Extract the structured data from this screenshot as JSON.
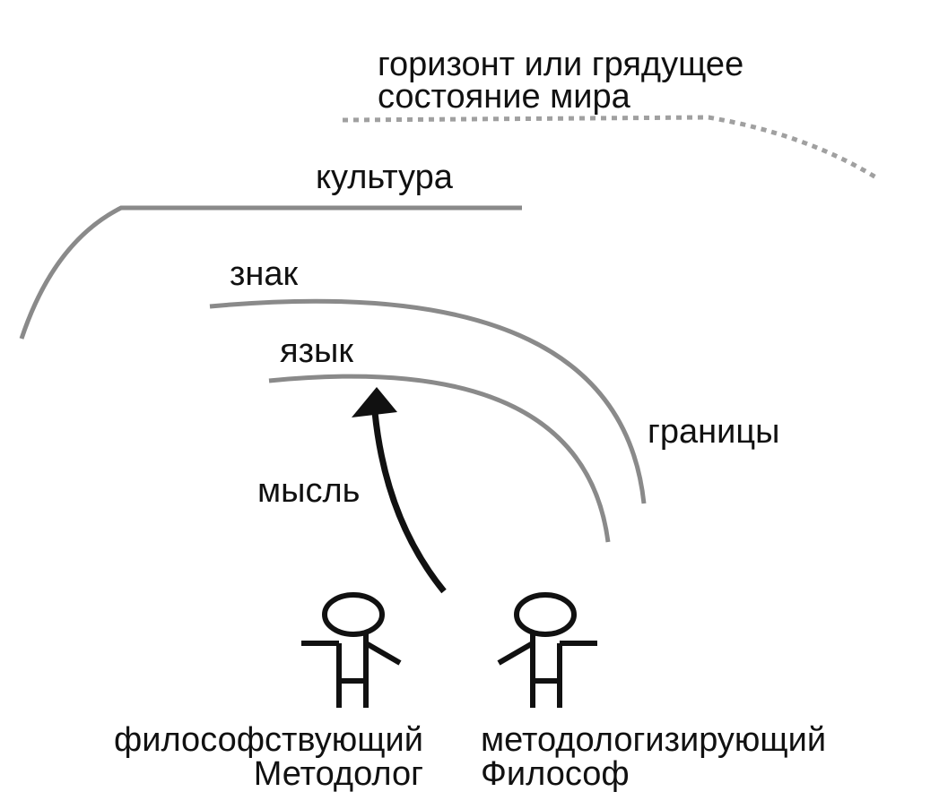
{
  "labels": {
    "horizon_line1": "горизонт или грядущее",
    "horizon_line2": "состояние мира",
    "culture": "культура",
    "sign": "знак",
    "language": "язык",
    "boundaries": "границы",
    "thought": "мысль",
    "left_person_line1": "философствующий",
    "left_person_line2": "Методолог",
    "right_person_line1": "методологизирующий",
    "right_person_line2": "Философ"
  },
  "colors": {
    "curve": "#8a8a8a",
    "horizon_dots": "#a0a0a0",
    "figure": "#111111",
    "text": "#111111"
  },
  "icons": {
    "left_person": "stick-figure-icon",
    "right_person": "stick-figure-icon",
    "thought_arrow": "arrow-up-icon"
  }
}
